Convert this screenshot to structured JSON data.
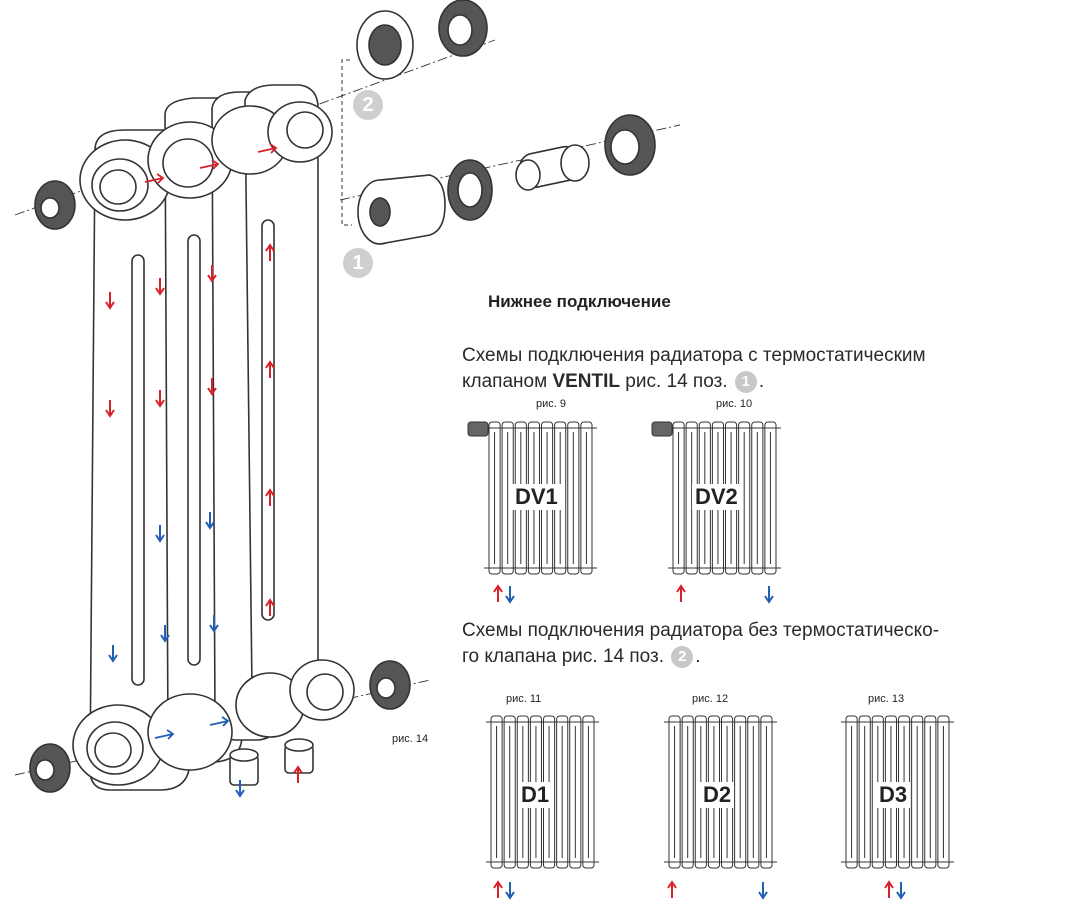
{
  "heading": "Нижнее подключение",
  "para1": {
    "line1": "Схемы подключения радиатора с термостатическим",
    "line2_before": "клапаном ",
    "line2_bold": "VENTIL",
    "line2_after": " рис. 14 поз. ",
    "badge": "1",
    "end": "."
  },
  "para2": {
    "line1": "Схемы подключения радиатора без термостатическо-",
    "line2_before": "го клапана рис. 14 поз. ",
    "badge": "2",
    "end": "."
  },
  "exploded_view": {
    "fig_label": "рис. 14",
    "position_badges": [
      "1",
      "2"
    ]
  },
  "schemes_with_valve": [
    {
      "fig": "рис. 9",
      "label": "DV1"
    },
    {
      "fig": "рис. 10",
      "label": "DV2"
    }
  ],
  "schemes_without_valve": [
    {
      "fig": "рис. 11",
      "label": "D1"
    },
    {
      "fig": "рис. 12",
      "label": "D2"
    },
    {
      "fig": "рис. 13",
      "label": "D3"
    }
  ],
  "colors": {
    "supply_arrow": "#d8202a",
    "return_arrow": "#1f5fb4",
    "badge": "#c8c8c8",
    "outline": "#333333"
  },
  "icons": [
    "up-arrow-icon",
    "down-arrow-icon",
    "valve-icon",
    "plug-icon"
  ]
}
